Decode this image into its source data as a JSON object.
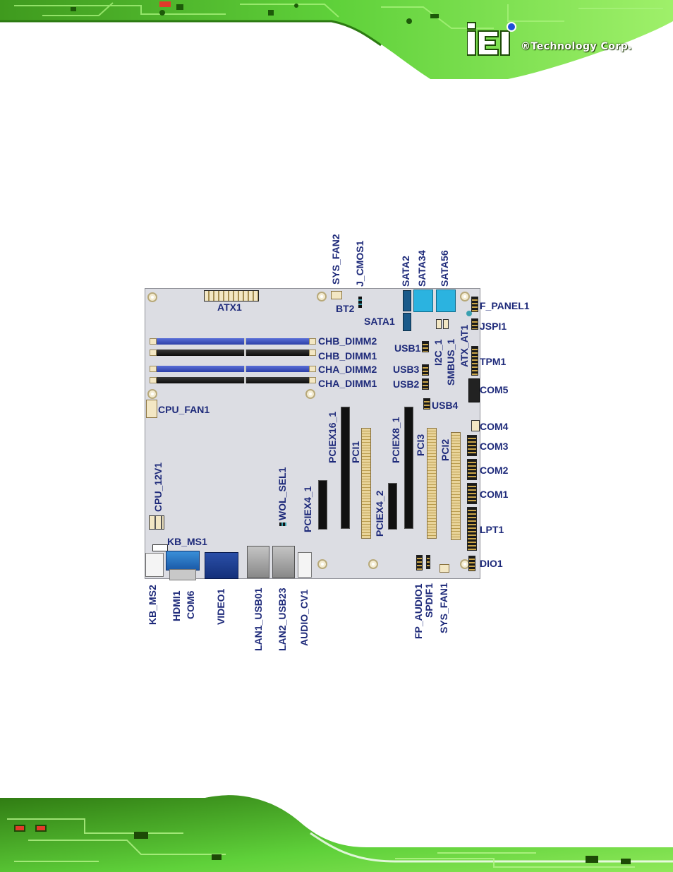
{
  "brand": {
    "company": "®Technology Corp."
  },
  "diagram": {
    "horizontal_labels": {
      "atx1": "ATX1",
      "bt2": "BT2",
      "sata1": "SATA1",
      "f_panel1": "F_PANEL1",
      "jspi1": "JSPI1",
      "chb_dimm2": "CHB_DIMM2",
      "chb_dimm1": "CHB_DIMM1",
      "cha_dimm2": "CHA_DIMM2",
      "cha_dimm1": "CHA_DIMM1",
      "usb1": "USB1",
      "usb3": "USB3",
      "usb2": "USB2",
      "usb4": "USB4",
      "tpm1": "TPM1",
      "com5": "COM5",
      "cpu_fan1": "CPU_FAN1",
      "com4": "COM4",
      "com3": "COM3",
      "com2": "COM2",
      "com1": "COM1",
      "lpt1": "LPT1",
      "kb_ms1": "KB_MS1",
      "dio1": "DIO1"
    },
    "vertical_labels": {
      "sys_fan2": "SYS_FAN2",
      "j_cmos1": "J_CMOS1",
      "sata2": "SATA2",
      "sata34": "SATA34",
      "sata56": "SATA56",
      "i2c_1": "I2C_1",
      "smbus_1": "SMBUS_1",
      "atx_at1": "ATX_AT1",
      "pciex16_1": "PCIEX16_1",
      "pci1": "PCI1",
      "pciex8_1": "PCIEX8_1",
      "pci3": "PCI3",
      "pci2": "PCI2",
      "cpu_12v1": "CPU_12V1",
      "wol_sel1": "WOL_SEL1",
      "pciex4_1": "PCIEX4_1",
      "pciex4_2": "PCIEX4_2",
      "kb_ms2": "KB_MS2",
      "hdmi1": "HDMI1",
      "com6": "COM6",
      "video1": "VIDEO1",
      "lan1_usb01": "LAN1_USB01",
      "lan2_usb23": "LAN2_USB23",
      "audio_cv1": "AUDIO_CV1",
      "fp_audio1": "FP_AUDIO1",
      "spdif1": "SPDIF1",
      "sys_fan1": "SYS_FAN1"
    }
  },
  "colors": {
    "label": "#1e2a7a",
    "board": "#dcdde3",
    "circuit_green": "#5fd13a",
    "dimm_blue": "#3b4fc0",
    "sata_blue": "#2bb3e0"
  }
}
